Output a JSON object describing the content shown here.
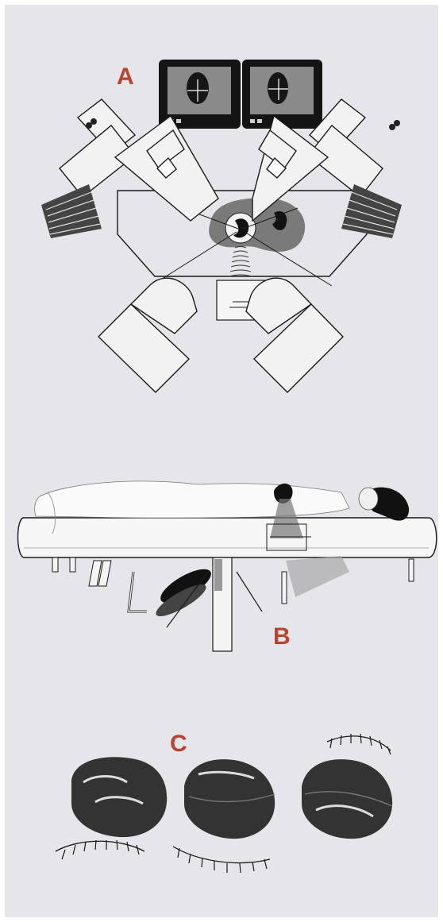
{
  "labels": {
    "a": "A",
    "b": "B",
    "c": "C"
  },
  "colors": {
    "panel_background": "#e5e5ea",
    "label_red": "#b8432f",
    "ink": "#1a1a1a",
    "screen_dark": "#141414"
  },
  "figure": {
    "panels": [
      {
        "id": "A",
        "content": "lithotripter-top-view"
      },
      {
        "id": "B",
        "content": "patient-on-table-side-view"
      },
      {
        "id": "C",
        "content": "three-kidney-stones-with-shockwave-arrows"
      }
    ],
    "screen_symbols": [
      "+",
      "+"
    ],
    "polarity_symbol": "±"
  }
}
